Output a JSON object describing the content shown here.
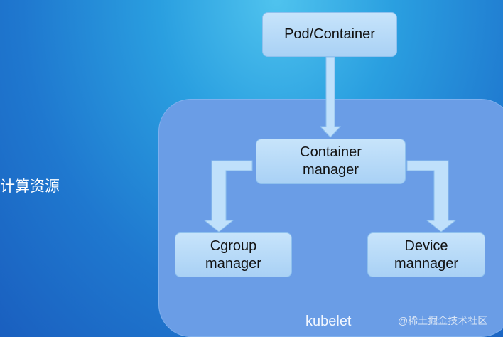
{
  "side_label": "计算资源",
  "container_label": "kubelet",
  "nodes": {
    "pod": "Pod/Container",
    "container_manager": [
      "Container",
      "manager"
    ],
    "cgroup_manager": [
      "Cgroup",
      "manager"
    ],
    "device_manager": [
      "Device",
      "mannager"
    ]
  },
  "watermark": "@稀土掘金技术社区",
  "colors": {
    "node_fill": "#b8dbf8",
    "kubelet_fill": "#6a9de6",
    "arrow_fill": "#bfe0fb"
  }
}
